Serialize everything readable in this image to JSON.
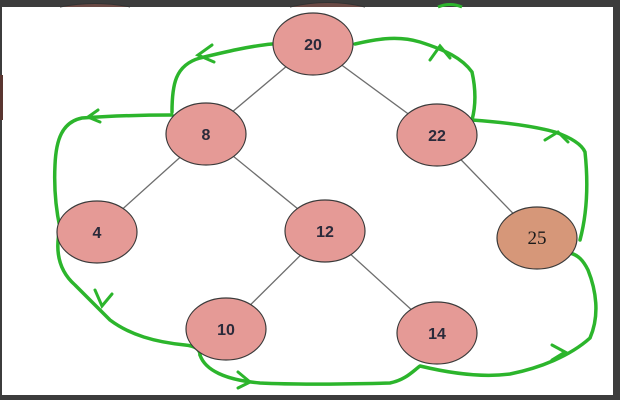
{
  "diagram": {
    "nodes": [
      {
        "id": "n20",
        "label": "20"
      },
      {
        "id": "n8",
        "label": "8"
      },
      {
        "id": "n22",
        "label": "22"
      },
      {
        "id": "n4",
        "label": "4"
      },
      {
        "id": "n12",
        "label": "12"
      },
      {
        "id": "n25",
        "label": "25"
      },
      {
        "id": "n10",
        "label": "10"
      },
      {
        "id": "n14",
        "label": "14"
      }
    ],
    "edges": [
      [
        "n20",
        "n8"
      ],
      [
        "n20",
        "n22"
      ],
      [
        "n8",
        "n4"
      ],
      [
        "n8",
        "n12"
      ],
      [
        "n22",
        "n25"
      ],
      [
        "n12",
        "n10"
      ],
      [
        "n12",
        "n14"
      ]
    ]
  },
  "colors": {
    "node_fill": "#e59a96",
    "node_fill_highlight": "#d69779",
    "node_stroke": "#3a3a3a",
    "edge": "#6e6e6e",
    "boundary_path": "#2cb52c",
    "background": "#ffffff"
  }
}
